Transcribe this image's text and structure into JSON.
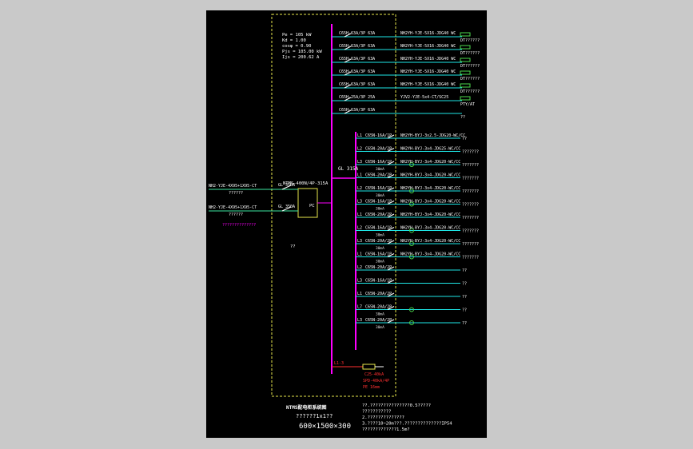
{
  "colors": {
    "page_background": "#c9c9c9",
    "sheet_background": "#000000",
    "enclosure_outline": "#e6e64c",
    "busbar": "#ff00ff",
    "feeder_line": "#1ee6e6",
    "label_text": "#ffffff",
    "incoming_cable": "#3ce6a0",
    "surge_protector": "#ff3030",
    "cabinet_tag": "#4cd94c",
    "rcd_tag": "#e0e0e0"
  },
  "parameters": {
    "lines": [
      "Pe = 105 kW",
      "Kd = 1.00",
      "cosφ = 0.90",
      "Pjs = 105.00 kW",
      "Ijs = 200.62 A"
    ]
  },
  "main_breaker": {
    "rating": "GL 315A",
    "ats_model": "NTMS-400N/4P-315A",
    "ats_tag": "PC"
  },
  "incoming": [
    {
      "cable": "NH2-YJE-4X95+1X95-CT",
      "note": "??????",
      "breaker": "GL 350A"
    },
    {
      "cable": "NH2-YJE-4X95+1X95-CT",
      "note": "??????",
      "breaker": "GL 350A"
    }
  ],
  "fire_note": "??????????????",
  "upper_feeders": [
    {
      "breaker": "C65H-63A/3P 63A",
      "cable": "NH2YH-YJE-5X16-JDG40 WC",
      "tag": "DT??????"
    },
    {
      "breaker": "C65H-63A/3P 63A",
      "cable": "NH2YH-YJE-5X16-JDG40 WC",
      "tag": "DT??????"
    },
    {
      "breaker": "C65H-63A/3P 63A",
      "cable": "NH2YH-YJE-5X16-JDG40 WC",
      "tag": "DT??????"
    },
    {
      "breaker": "C65H-63A/3P 63A",
      "cable": "NH2YH-YJE-5X16-JDG40 WC",
      "tag": "DT??????"
    },
    {
      "breaker": "C65H-63A/3P 63A",
      "cable": "NH2YH-YJE-5X16-JDG40 WC",
      "tag": "DT??????"
    },
    {
      "breaker": "C65H-25A/3P 25A",
      "cable": "YJV2-YJE-5x4-CT/SC25",
      "tag": "PTY/AT"
    },
    {
      "breaker": "C65H-63A/3P 63A",
      "cable": "",
      "tag": "??"
    }
  ],
  "lower_feeders": [
    {
      "phase": "L1",
      "breaker": "C65N-16A/1P",
      "rcd": "",
      "cable": "NH2YH-BYJ-3x2.5-JDG20-WC/CC",
      "dest": "??"
    },
    {
      "phase": "L2",
      "breaker": "C65N-20A/2P",
      "rcd": "",
      "cable": "NH2YH-BYJ-3x4-JDG25-WC/CC",
      "dest": "???????"
    },
    {
      "phase": "L3",
      "breaker": "C65N-16A/1P",
      "rcd": "30mA",
      "cable": "NH2YH-BYJ-3x4-JDG20-WC/CC",
      "dest": "???????"
    },
    {
      "phase": "L1",
      "breaker": "C65N-20A/2P",
      "rcd": "",
      "cable": "NH2YH-BYJ-3x4-JDG20-WC/CC",
      "dest": "???????"
    },
    {
      "phase": "L2",
      "breaker": "C65N-16A/1P",
      "rcd": "30mA",
      "cable": "NH2YH-BYJ-3x4-JDG20-WC/CC",
      "dest": "???????"
    },
    {
      "phase": "L3",
      "breaker": "C65N-16A/1P",
      "rcd": "30mA",
      "cable": "NH2YH-BYJ-3x4-JDG20-WC/CC",
      "dest": "???????"
    },
    {
      "phase": "L1",
      "breaker": "C65N-20A/2P",
      "rcd": "",
      "cable": "NH2YH-BYJ-3x4-JDG20-WC/CC",
      "dest": "???????"
    },
    {
      "phase": "L2",
      "breaker": "C65N-16A/1P",
      "rcd": "30mA",
      "cable": "NH2YH-BYJ-3x4-JDG20-WC/CC",
      "dest": "???????"
    },
    {
      "phase": "L3",
      "breaker": "C65N-20A/2P",
      "rcd": "30mA",
      "cable": "NH2YH-BYJ-3x4-JDG20-WC/CC",
      "dest": "???????"
    },
    {
      "phase": "L1",
      "breaker": "C65N-16A/1P",
      "rcd": "30mA",
      "cable": "NH2YH-BYJ-3x4-JDG20-WC/CC",
      "dest": "???????"
    },
    {
      "phase": "L2",
      "breaker": "C65N-20A/2P",
      "rcd": "",
      "cable": "",
      "dest": "??"
    },
    {
      "phase": "L3",
      "breaker": "C65N-16A/1P",
      "rcd": "",
      "cable": "",
      "dest": "??"
    },
    {
      "phase": "L1",
      "breaker": "C65N-20A/2P",
      "rcd": "",
      "cable": "",
      "dest": "??"
    },
    {
      "phase": "L7",
      "breaker": "C65N-20A/2P",
      "rcd": "30mA",
      "cable": "",
      "dest": "??"
    },
    {
      "phase": "L3",
      "breaker": "C65N-20A/2P",
      "rcd": "30mA",
      "cable": "",
      "dest": "??"
    }
  ],
  "surge": {
    "breaker": "L1-3",
    "model": "C25-40kA",
    "spec": "SPD-40kA/4P",
    "grounding": "PE 16mm"
  },
  "cabinet_marker": "??",
  "title_block": {
    "title": "NTMS配电柜系统图",
    "subtitle": "??????1x1??",
    "dimensions": "600×1500×300"
  },
  "notes": [
    "??.???????????????0.5?????",
    "    ???????????",
    "2.??????????????",
    "3.????10~20m???.??????????????IP54",
    "   ?????????????1.5m?"
  ]
}
